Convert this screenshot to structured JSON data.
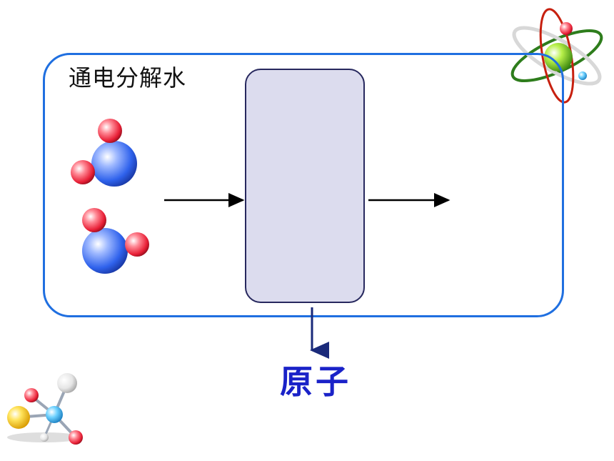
{
  "diagram": {
    "title": "通电分解水",
    "result_label": "原子",
    "colors": {
      "frame_border": "#1f6fe0",
      "process_box_fill": "#dcdcee",
      "process_box_border": "#27285e",
      "result_text": "#1a22c8",
      "oxygen_atom": "#3a6ff0",
      "hydrogen_atom": "#e8243a"
    },
    "molecules": [
      "water-molecule",
      "water-molecule"
    ],
    "decorations": [
      "atom-orbit-icon",
      "molecule-model-icon"
    ]
  }
}
